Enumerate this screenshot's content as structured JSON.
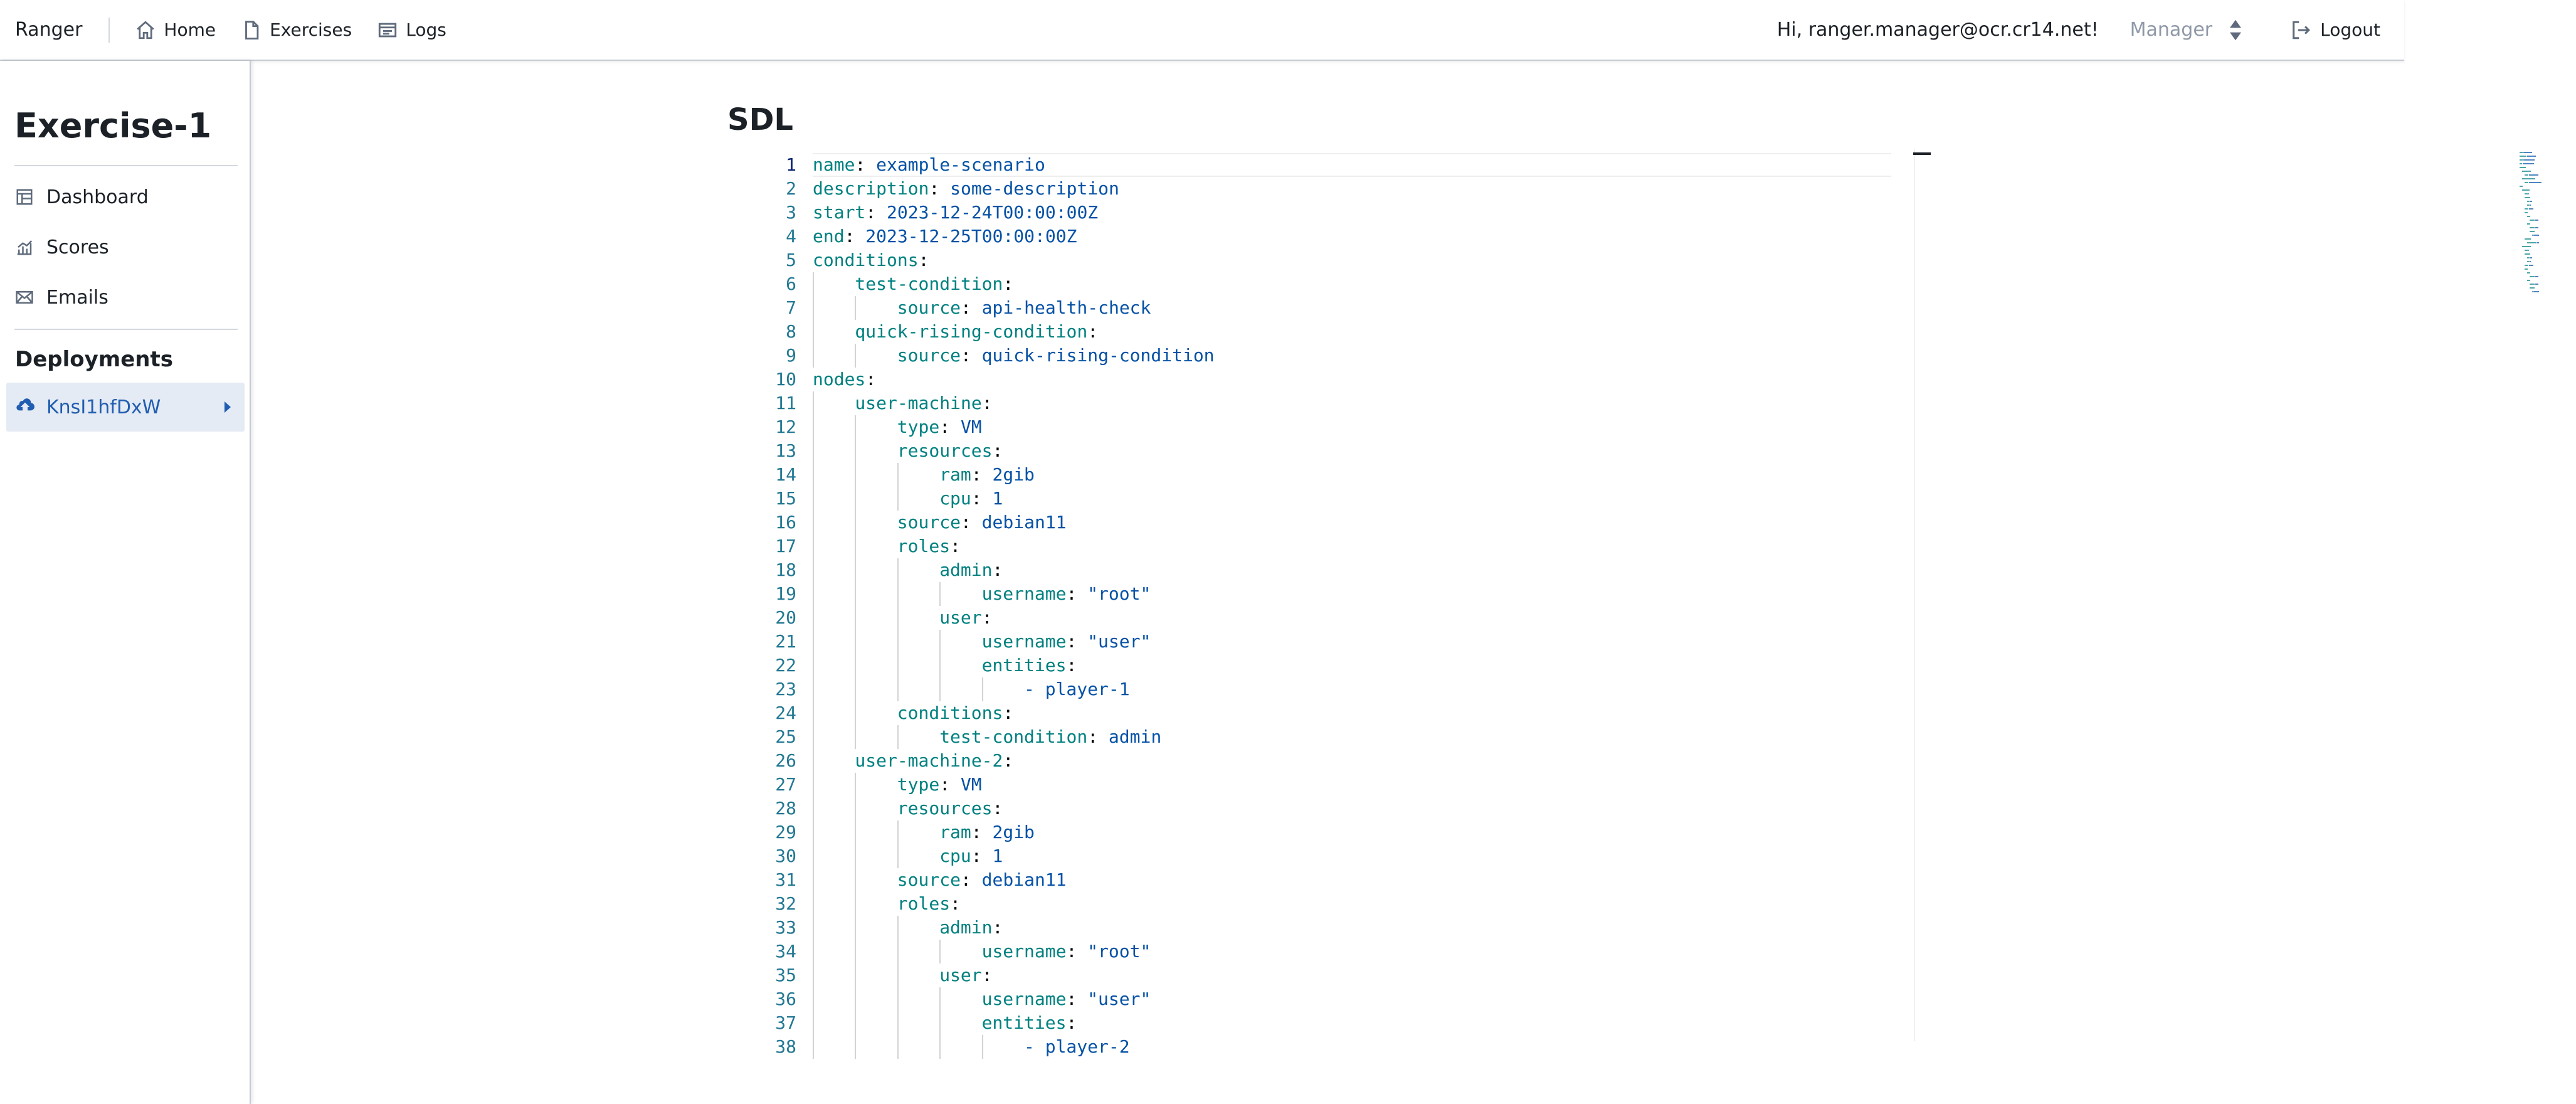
{
  "navbar": {
    "brand": "Ranger",
    "home": "Home",
    "exercises": "Exercises",
    "logs": "Logs",
    "greeting": "Hi, ranger.manager@ocr.cr14.net!",
    "role": "Manager",
    "logout": "Logout"
  },
  "sidebar": {
    "exercise_title": "Exercise-1",
    "items": [
      {
        "label": "Dashboard",
        "icon": "dashboard-icon"
      },
      {
        "label": "Scores",
        "icon": "chart-icon"
      },
      {
        "label": "Emails",
        "icon": "envelope-icon"
      }
    ],
    "deployments_title": "Deployments",
    "deployment": "KnsI1hfDxW"
  },
  "main": {
    "title": "SDL",
    "active_line": 1,
    "code": [
      {
        "indent": 0,
        "key": "name",
        "value": "example-scenario"
      },
      {
        "indent": 0,
        "key": "description",
        "value": "some-description"
      },
      {
        "indent": 0,
        "key": "start",
        "value": "2023-12-24T00:00:00Z"
      },
      {
        "indent": 0,
        "key": "end",
        "value": "2023-12-25T00:00:00Z"
      },
      {
        "indent": 0,
        "key": "conditions",
        "value": ""
      },
      {
        "indent": 1,
        "key": "test-condition",
        "value": ""
      },
      {
        "indent": 2,
        "key": "source",
        "value": "api-health-check"
      },
      {
        "indent": 1,
        "key": "quick-rising-condition",
        "value": ""
      },
      {
        "indent": 2,
        "key": "source",
        "value": "quick-rising-condition"
      },
      {
        "indent": 0,
        "key": "nodes",
        "value": ""
      },
      {
        "indent": 1,
        "key": "user-machine",
        "value": ""
      },
      {
        "indent": 2,
        "key": "type",
        "value": "VM"
      },
      {
        "indent": 2,
        "key": "resources",
        "value": ""
      },
      {
        "indent": 3,
        "key": "ram",
        "value": "2gib"
      },
      {
        "indent": 3,
        "key": "cpu",
        "value": "1"
      },
      {
        "indent": 2,
        "key": "source",
        "value": "debian11"
      },
      {
        "indent": 2,
        "key": "roles",
        "value": ""
      },
      {
        "indent": 3,
        "key": "admin",
        "value": ""
      },
      {
        "indent": 4,
        "key": "username",
        "value": "\"root\""
      },
      {
        "indent": 3,
        "key": "user",
        "value": ""
      },
      {
        "indent": 4,
        "key": "username",
        "value": "\"user\""
      },
      {
        "indent": 4,
        "key": "entities",
        "value": ""
      },
      {
        "indent": 5,
        "key": "",
        "value": "- player-1"
      },
      {
        "indent": 2,
        "key": "conditions",
        "value": ""
      },
      {
        "indent": 3,
        "key": "test-condition",
        "value": "admin"
      },
      {
        "indent": 1,
        "key": "user-machine-2",
        "value": ""
      },
      {
        "indent": 2,
        "key": "type",
        "value": "VM"
      },
      {
        "indent": 2,
        "key": "resources",
        "value": ""
      },
      {
        "indent": 3,
        "key": "ram",
        "value": "2gib"
      },
      {
        "indent": 3,
        "key": "cpu",
        "value": "1"
      },
      {
        "indent": 2,
        "key": "source",
        "value": "debian11"
      },
      {
        "indent": 2,
        "key": "roles",
        "value": ""
      },
      {
        "indent": 3,
        "key": "admin",
        "value": ""
      },
      {
        "indent": 4,
        "key": "username",
        "value": "\"root\""
      },
      {
        "indent": 3,
        "key": "user",
        "value": ""
      },
      {
        "indent": 4,
        "key": "username",
        "value": "\"user\""
      },
      {
        "indent": 4,
        "key": "entities",
        "value": ""
      },
      {
        "indent": 5,
        "key": "",
        "value": "- player-2"
      }
    ]
  },
  "colors": {
    "key": "#008080",
    "value": "#0451a5",
    "line_number": "#237893",
    "active_bg": "#e4ebf4",
    "active_text": "#215db0"
  }
}
